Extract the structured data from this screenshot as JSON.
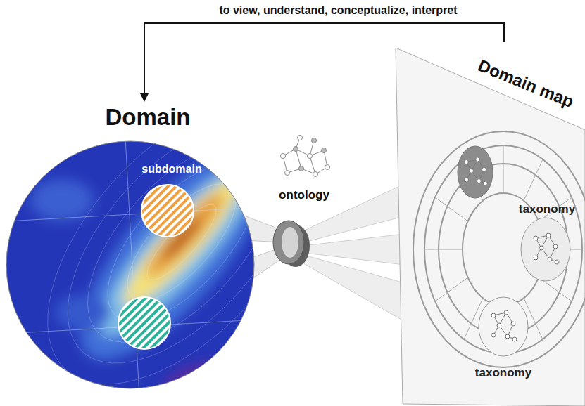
{
  "diagram": {
    "nodes": [
      {
        "text": [
          "Domain"
        ]
      },
      {
        "text": [
          "subdomain"
        ],
        "in": 0
      },
      {
        "text": [
          "Domain map"
        ]
      },
      {
        "text": [
          "taxonomy"
        ],
        "in": 2
      },
      {
        "text": [
          "taxonomy"
        ],
        "in": 2
      }
    ],
    "edges": [
      {
        "from": 2,
        "to": 0,
        "arrow": "to",
        "label": "to view, understand, conceptualize, interpret"
      }
    ],
    "labels": [
      "ontology"
    ]
  }
}
